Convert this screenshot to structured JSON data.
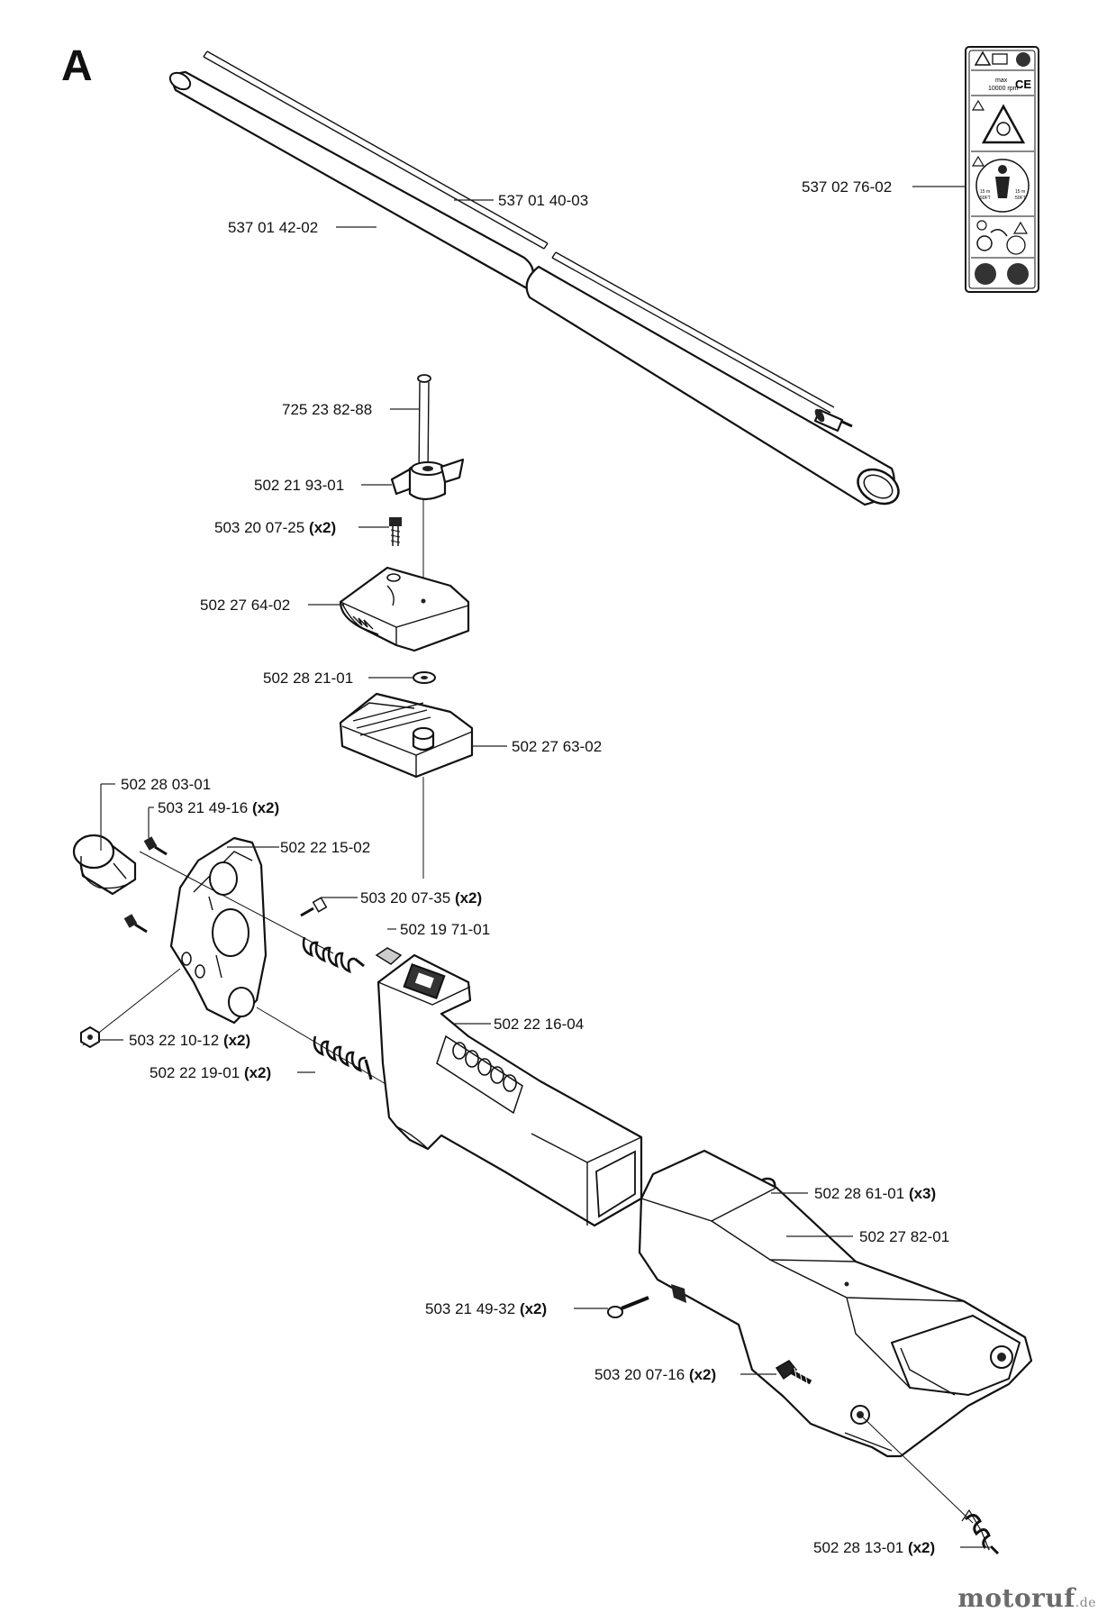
{
  "section_letter": "A",
  "watermark": {
    "name": "motoruf",
    "tld": ".de"
  },
  "sticker": {
    "rpm_text": "max\n10000 rpm",
    "ce_mark": "CE",
    "dist_left": "15 m\n50FT",
    "dist_right": "15 m\n50FT"
  },
  "parts": [
    {
      "id": "p1",
      "number": "537 01 40-03",
      "qty": ""
    },
    {
      "id": "p2",
      "number": "537 01 42-02",
      "qty": ""
    },
    {
      "id": "p3",
      "number": "537 02 76-02",
      "qty": ""
    },
    {
      "id": "p4",
      "number": "725 23 82-88",
      "qty": ""
    },
    {
      "id": "p5",
      "number": "502 21 93-01",
      "qty": ""
    },
    {
      "id": "p6",
      "number": "503 20 07-25",
      "qty": "(x2)"
    },
    {
      "id": "p7",
      "number": "502 27 64-02",
      "qty": ""
    },
    {
      "id": "p8",
      "number": "502 28 21-01",
      "qty": ""
    },
    {
      "id": "p9",
      "number": "502 27 63-02",
      "qty": ""
    },
    {
      "id": "p10",
      "number": "502 28 03-01",
      "qty": ""
    },
    {
      "id": "p11",
      "number": "503 21 49-16",
      "qty": "(x2)"
    },
    {
      "id": "p12",
      "number": "502 22 15-02",
      "qty": ""
    },
    {
      "id": "p13",
      "number": "503 20 07-35",
      "qty": "(x2)"
    },
    {
      "id": "p14",
      "number": "502 19 71-01",
      "qty": ""
    },
    {
      "id": "p15",
      "number": "502 22 16-04",
      "qty": ""
    },
    {
      "id": "p16",
      "number": "503 22 10-12",
      "qty": "(x2)"
    },
    {
      "id": "p17",
      "number": "502 22 19-01",
      "qty": "(x2)"
    },
    {
      "id": "p18",
      "number": "502 28 61-01",
      "qty": "(x3)"
    },
    {
      "id": "p19",
      "number": "502 27 82-01",
      "qty": ""
    },
    {
      "id": "p20",
      "number": "503 21 49-32",
      "qty": "(x2)"
    },
    {
      "id": "p21",
      "number": "503 20 07-16",
      "qty": "(x2)"
    },
    {
      "id": "p22",
      "number": "502 28 13-01",
      "qty": "(x2)"
    }
  ]
}
